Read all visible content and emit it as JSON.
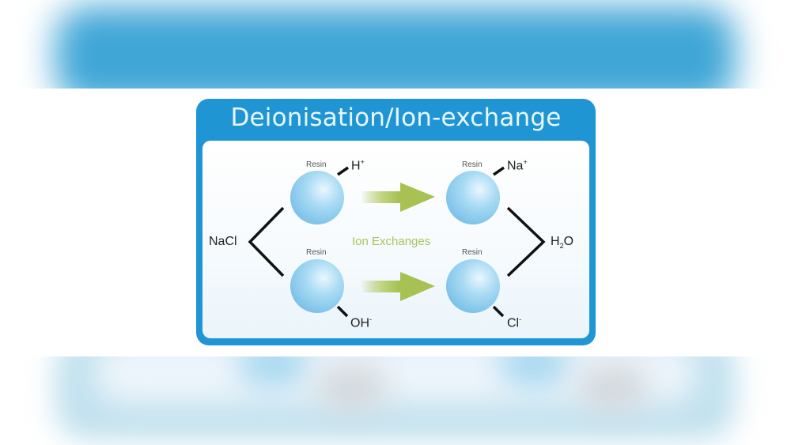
{
  "diagram": {
    "title": "Deionisation/Ion-exchange",
    "center_label": "Ion Exchanges",
    "input": "NaCl",
    "output": {
      "base": "H",
      "sub": "2",
      "tail": "O"
    },
    "resin_label": "Resin",
    "resins": [
      {
        "position": "top-left",
        "label": "Resin",
        "ion": "H",
        "charge": "+"
      },
      {
        "position": "bottom-left",
        "label": "Resin",
        "ion": "OH",
        "charge": "-"
      },
      {
        "position": "top-right",
        "label": "Resin",
        "ion": "Na",
        "charge": "+"
      },
      {
        "position": "bottom-right",
        "label": "Resin",
        "ion": "Cl",
        "charge": "-"
      }
    ],
    "arrows": [
      {
        "from": "top-left",
        "to": "top-right"
      },
      {
        "from": "bottom-left",
        "to": "bottom-right"
      }
    ],
    "colors": {
      "frame": "#1f96d3",
      "title_text": "#e9f6fc",
      "sphere": "#8fcdef",
      "arrow": "#a9c35b",
      "bond": "#111111"
    }
  }
}
